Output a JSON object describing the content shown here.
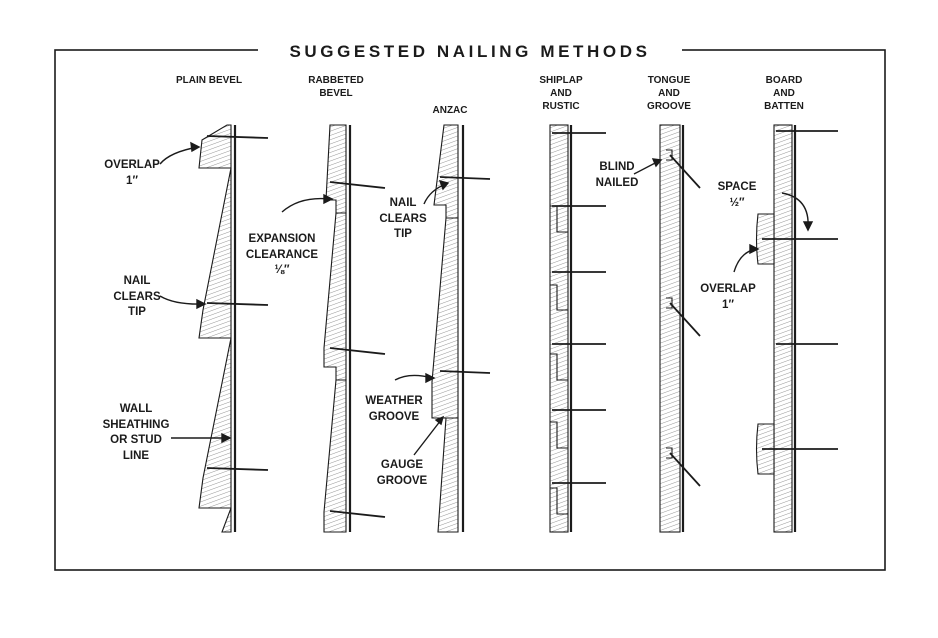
{
  "title": "SUGGESTED NAILING METHODS",
  "colors": {
    "ink": "#1b1b1b",
    "paper": "#ffffff",
    "hatch": "#8a8a8a"
  },
  "columns": [
    {
      "id": "plain-bevel",
      "header": "PLAIN BEVEL"
    },
    {
      "id": "rabbeted-bevel",
      "header": "RABBETED\nBEVEL"
    },
    {
      "id": "anzac",
      "header": "ANZAC"
    },
    {
      "id": "shiplap-rustic",
      "header": "SHIPLAP\nAND\nRUSTIC"
    },
    {
      "id": "tongue-groove",
      "header": "TONGUE\nAND\nGROOVE"
    },
    {
      "id": "board-batten",
      "header": "BOARD\nAND\nBATTEN"
    }
  ],
  "annotations": {
    "overlap_1": "OVERLAP\n1″",
    "nail_clears_tip": "NAIL\nCLEARS\nTIP",
    "wall_sheathing": "WALL\nSHEATHING\nOR STUD\nLINE",
    "expansion_clearance": "EXPANSION\nCLEARANCE\n⅛″",
    "anzac_nail_clears_tip": "NAIL\nCLEARS\nTIP",
    "weather_groove": "WEATHER\nGROOVE",
    "gauge_groove": "GAUGE\nGROOVE",
    "blind_nailed": "BLIND\nNAILED",
    "space_half": "SPACE\n½″",
    "batten_overlap_1": "OVERLAP\n1″"
  }
}
